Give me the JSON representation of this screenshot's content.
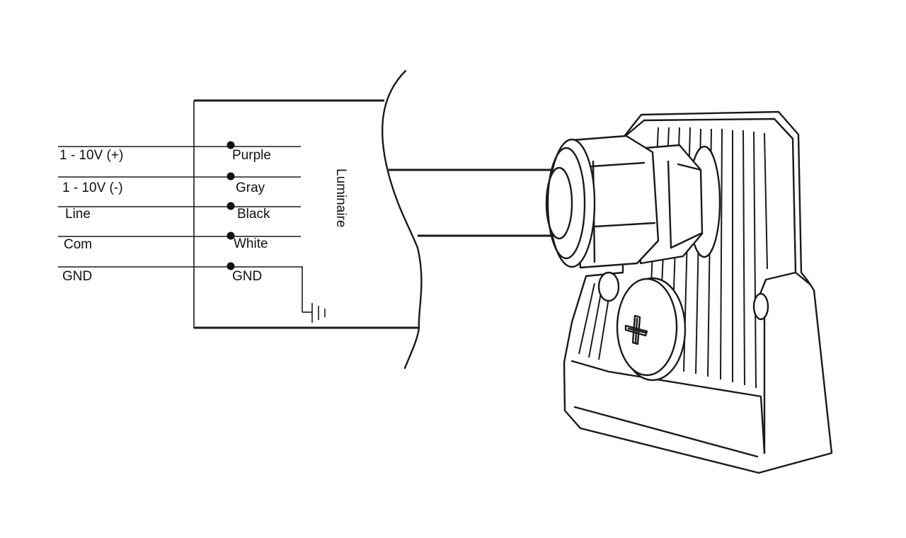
{
  "diagram": {
    "luminaire_label": "Luminaire",
    "wires": [
      {
        "input": "1 - 10V (+)",
        "color": "Purple"
      },
      {
        "input": "1 - 10V (-)",
        "color": "Gray"
      },
      {
        "input": "Line",
        "color": "Black"
      },
      {
        "input": "Com",
        "color": "White"
      },
      {
        "input": "GND",
        "color": "GND"
      }
    ],
    "screw_symbol": "+"
  }
}
